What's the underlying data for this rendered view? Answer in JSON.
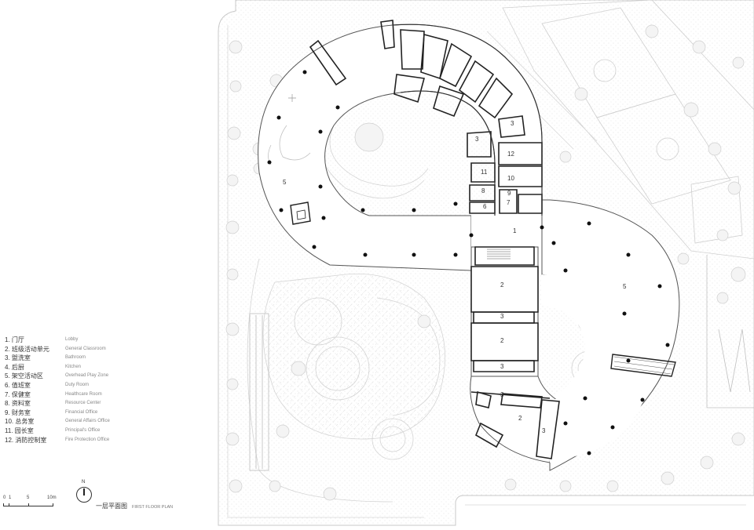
{
  "legend": [
    {
      "cn": "1. 门厅",
      "en": "Lobby"
    },
    {
      "cn": "2. 班级活动单元",
      "en": "General Classroom"
    },
    {
      "cn": "3. 盥洗室",
      "en": "Bathroom"
    },
    {
      "cn": "4. 后厨",
      "en": "Kitchen"
    },
    {
      "cn": "5. 架空活动区",
      "en": "Overhead Play Zone"
    },
    {
      "cn": "6. 值班室",
      "en": "Duty Room"
    },
    {
      "cn": "7. 保健室",
      "en": "Healthcare Room"
    },
    {
      "cn": "8. 资料室",
      "en": "Resource Center"
    },
    {
      "cn": "9. 财务室",
      "en": "Financial Office"
    },
    {
      "cn": "10. 总务室",
      "en": "General Affairs Office"
    },
    {
      "cn": "11. 园长室",
      "en": "Principal's Office"
    },
    {
      "cn": "12. 消防控制室",
      "en": "Fire Protection Office"
    }
  ],
  "scale": {
    "labels": [
      "0",
      "1",
      "5",
      "10m"
    ]
  },
  "north": {
    "label": "N"
  },
  "title": {
    "cn": "一层平面图",
    "en": "FIRST FLOOR PLAN"
  },
  "room_numbers": {
    "r1": "1",
    "r2a": "2",
    "r2b": "2",
    "r2c": "2",
    "r3a": "3",
    "r3b": "3",
    "r3c": "3",
    "r3d": "3",
    "r3e": "3",
    "r3f": "3",
    "r5a": "5",
    "r5b": "5",
    "r6": "6",
    "r7": "7",
    "r8": "8",
    "r9": "9",
    "r10": "10",
    "r11": "11",
    "r12": "12"
  }
}
